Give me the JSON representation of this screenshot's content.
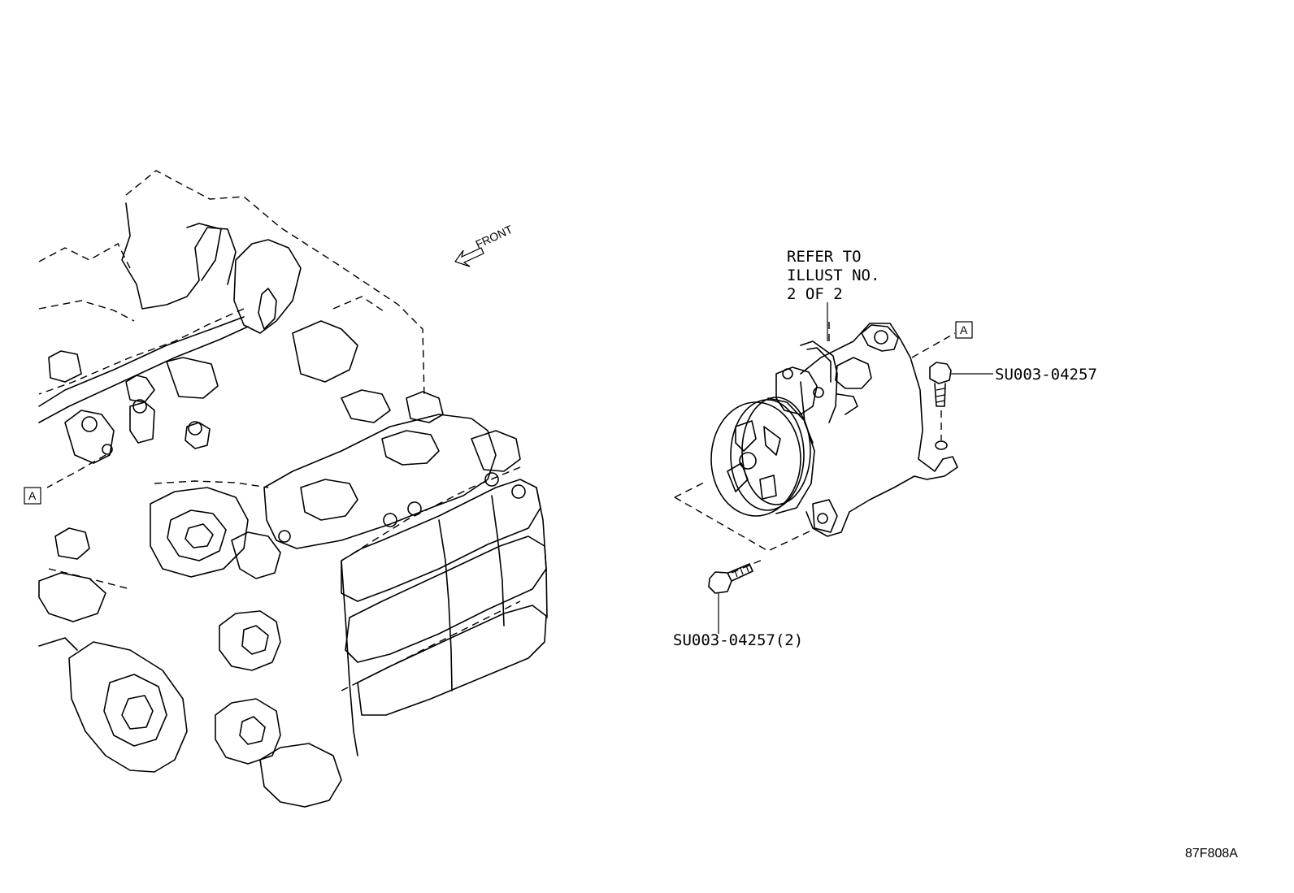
{
  "direction": {
    "label": "FRONT"
  },
  "reference_note": {
    "lines": [
      "REFER TO",
      "ILLUST NO.",
      "2 OF 2"
    ]
  },
  "connector_tags": [
    {
      "label": "A"
    },
    {
      "label": "A"
    }
  ],
  "parts": [
    {
      "part_number": "SU003-04257"
    },
    {
      "part_number": "SU003-04257(2)"
    }
  ],
  "illustration_code": "87F808A"
}
